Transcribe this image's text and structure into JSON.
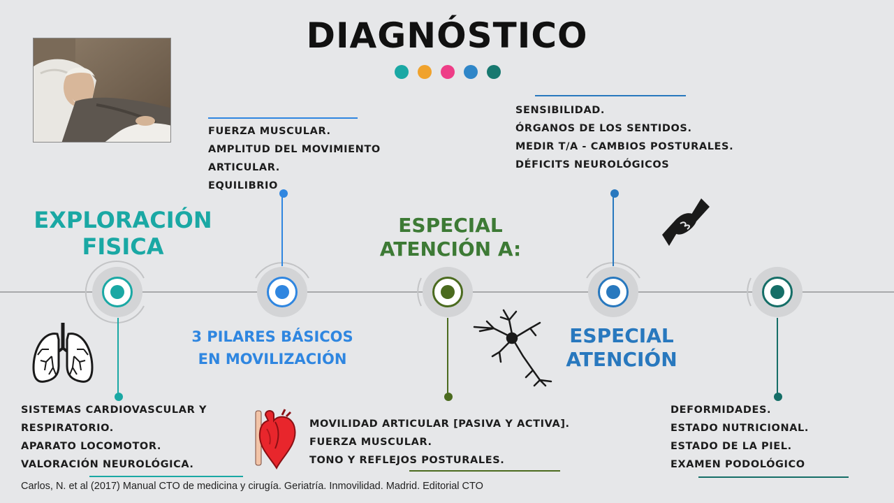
{
  "title": "DIAGNÓSTICO",
  "dot_colors": [
    "#1aa8a4",
    "#f0a22c",
    "#ee3d87",
    "#2f86c8",
    "#17786f"
  ],
  "headings": {
    "exploracion_line1": "EXPLORACIÓN",
    "exploracion_line2": "FISICA",
    "pilares_line1": "3 PILARES BÁSICOS",
    "pilares_line2": "EN MOVILIZACIÓN",
    "especial_a_line1": "ESPECIAL",
    "especial_a_line2": "ATENCIÓN A:",
    "especial_line1": "ESPECIAL",
    "especial_line2": "ATENCIÓN"
  },
  "notes": {
    "pilares": [
      "FUERZA MUSCULAR.",
      "AMPLITUD DEL MOVIMIENTO",
      "ARTICULAR.",
      "EQUILIBRIO"
    ],
    "sentidos": [
      "SENSIBILIDAD.",
      "ÓRGANOS DE LOS SENTIDOS.",
      "MEDIR T/A - CAMBIOS POSTURALES.",
      "DÉFICITS NEUROLÓGICOS"
    ],
    "sistemas": [
      "SISTEMAS CARDIOVASCULAR Y",
      "RESPIRATORIO.",
      "APARATO LOCOMOTOR.",
      "VALORACIÓN NEUROLÓGICA."
    ],
    "movilidad": [
      "MOVILIDAD ARTICULAR [PASIVA Y ACTIVA].",
      "FUERZA MUSCULAR.",
      "TONO Y REFLEJOS POSTURALES."
    ],
    "deformidades": [
      "DEFORMIDADES.",
      "ESTADO NUTRICIONAL.",
      "ESTADO DE LA PIEL.",
      "EXAMEN PODOLÓGICO"
    ]
  },
  "citation": "Carlos, N. et al (2017) Manual CTO de medicina y cirugía. Geriatría. Inmovilidad. Madrid. Editorial CTO",
  "colors": {
    "teal": "#1aa8a4",
    "blue": "#2f86e0",
    "olive": "#4b6b1f",
    "steel_blue": "#2878be",
    "dark_teal": "#156e67",
    "green_heading": "#3d7a35",
    "heart_red": "#e8262c"
  },
  "icons": [
    "lungs-icon",
    "heart-icon",
    "neuron-icon",
    "handshake-icon",
    "elderly-patient-photo"
  ]
}
